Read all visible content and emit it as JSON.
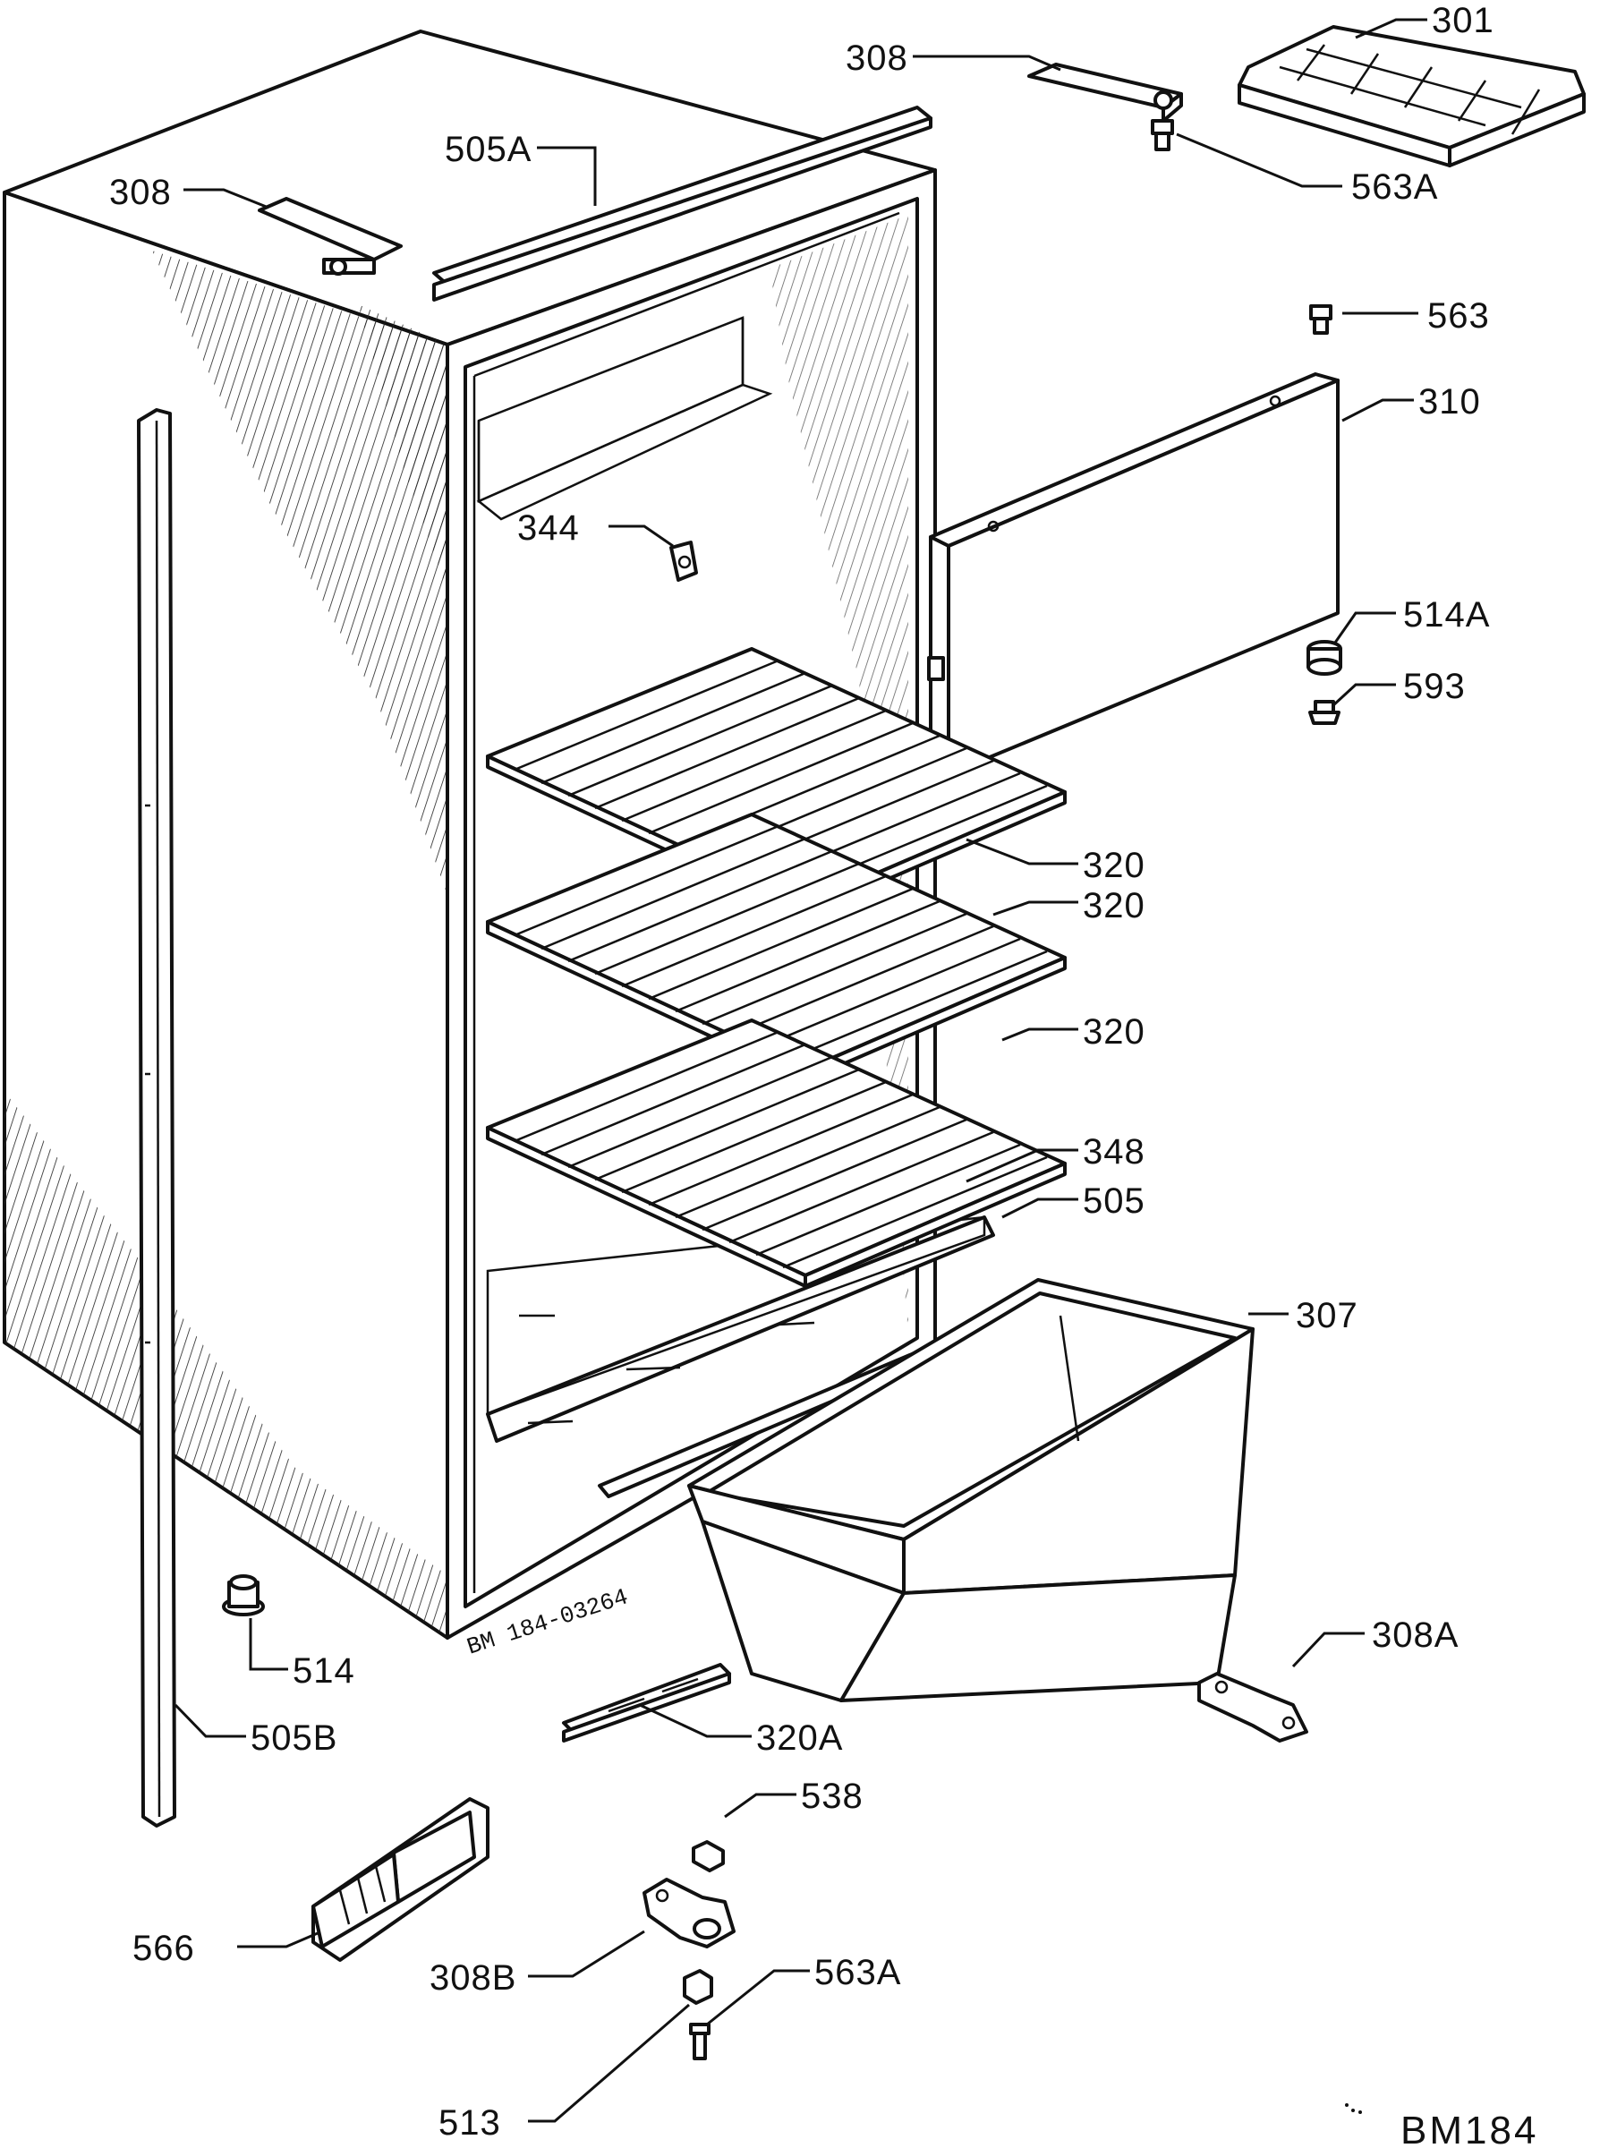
{
  "labels": {
    "l301": "301",
    "l308_top": "308",
    "l563a_top": "563A",
    "l505a": "505A",
    "l308_left": "308",
    "l563": "563",
    "l310": "310",
    "l344": "344",
    "l514a": "514A",
    "l593": "593",
    "l320_1": "320",
    "l320_2": "320",
    "l320_3": "320",
    "l348": "348",
    "l505": "505",
    "l307": "307",
    "l308a": "308A",
    "l514": "514",
    "l505b": "505B",
    "l320a": "320A",
    "l538": "538",
    "l566": "566",
    "l308b": "308B",
    "l563a_bottom": "563A",
    "l513": "513"
  },
  "cabinet_code": "BM 184-03264",
  "drawing_code": "BM184"
}
